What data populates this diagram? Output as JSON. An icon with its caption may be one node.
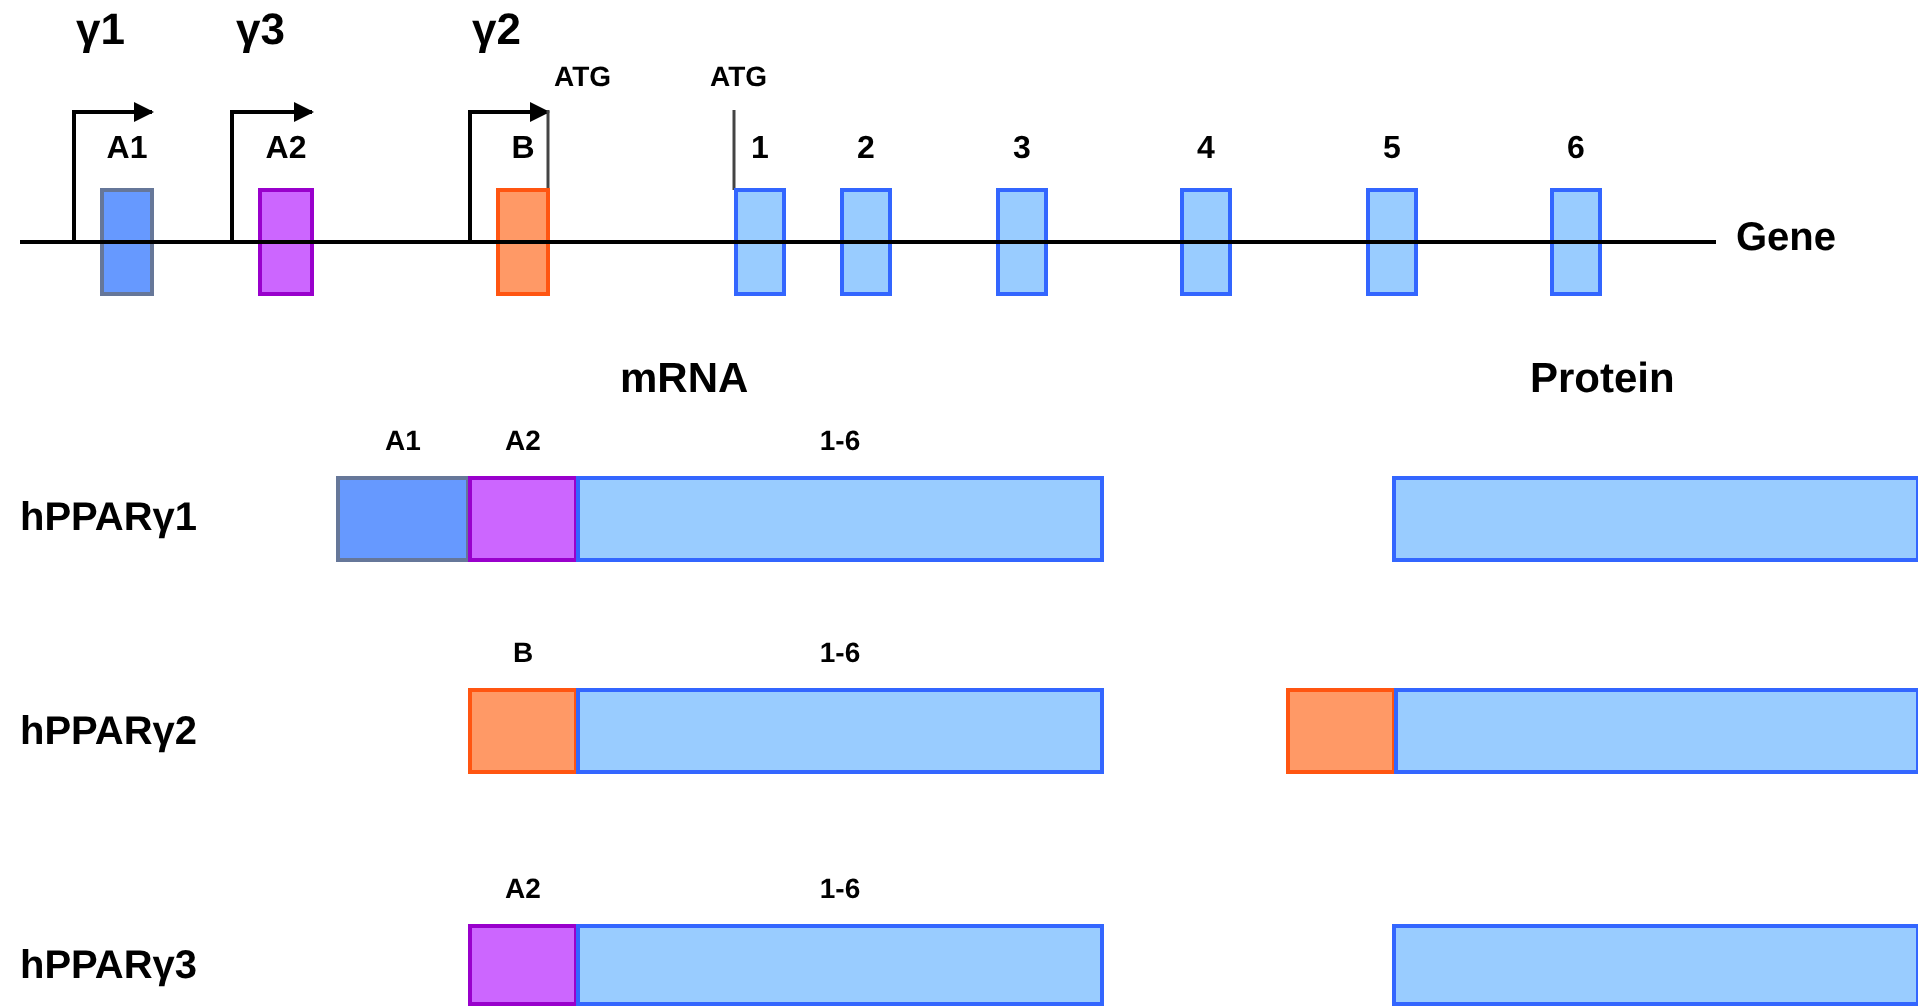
{
  "diagram": {
    "nodes": [
      {
        "text": [
          "A1"
        ]
      },
      {
        "text": [
          "A2"
        ]
      },
      {
        "text": [
          "B"
        ]
      },
      {
        "text": [
          "1"
        ]
      },
      {
        "text": [
          "2"
        ]
      },
      {
        "text": [
          "3"
        ]
      },
      {
        "text": [
          "4"
        ]
      },
      {
        "text": [
          "5"
        ]
      },
      {
        "text": [
          "6"
        ]
      },
      {
        "text": [
          "A1"
        ]
      },
      {
        "text": [
          "A2"
        ]
      },
      {
        "text": [
          "1-6"
        ]
      },
      {
        "text": [
          "B"
        ]
      },
      {
        "text": [
          "1-6"
        ]
      },
      {
        "text": [
          "A2"
        ]
      },
      {
        "text": [
          "1-6"
        ]
      },
      {
        "text": [],
        "shape": "box"
      },
      {
        "text": [],
        "shape": "box"
      },
      {
        "text": [],
        "shape": "box"
      },
      {
        "text": [],
        "shape": "box"
      },
      {
        "text": [
          "Gene"
        ]
      }
    ],
    "edges": [
      {
        "from": 20,
        "to": 0,
        "arrow": "to",
        "label": "γ1"
      },
      {
        "from": 20,
        "to": 1,
        "arrow": "to",
        "label": "γ3"
      },
      {
        "from": 20,
        "to": 2,
        "arrow": "to",
        "label": "γ2"
      }
    ],
    "labels": [
      "ATG",
      "ATG",
      "mRNA",
      "Protein",
      "hPPARγ1",
      "hPPARγ2",
      "hPPARγ3"
    ]
  }
}
